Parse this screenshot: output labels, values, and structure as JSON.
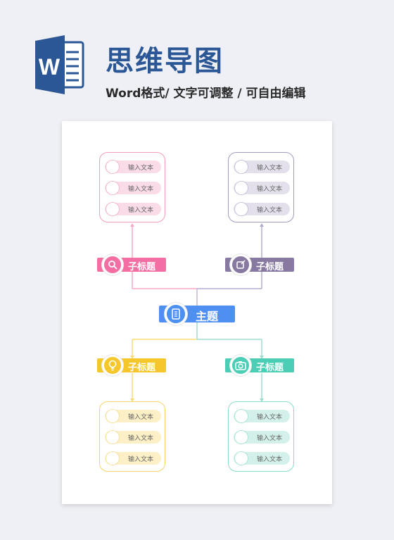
{
  "header": {
    "logo_letter": "W",
    "title": "思维导图",
    "subtitle": "Word格式/ 文字可调整 / 可自由编辑"
  },
  "colors": {
    "pink": "#f36fa3",
    "purple": "#8779a0",
    "yellow": "#f6c72b",
    "teal": "#4ccdb6",
    "blue": "#4e8ff2",
    "word_blue": "#2b5797"
  },
  "mindmap": {
    "center": {
      "label": "主题",
      "icon": "document-icon"
    },
    "branches": [
      {
        "label": "子标题",
        "icon": "search-icon",
        "items": [
          "输入文本",
          "输入文本",
          "输入文本"
        ]
      },
      {
        "label": "子标题",
        "icon": "edit-icon",
        "items": [
          "输入文本",
          "输入文本",
          "输入文本"
        ]
      },
      {
        "label": "子标题",
        "icon": "lightbulb-icon",
        "items": [
          "输入文本",
          "输入文本",
          "输入文本"
        ]
      },
      {
        "label": "子标题",
        "icon": "camera-icon",
        "items": [
          "输入文本",
          "输入文本",
          "输入文本"
        ]
      }
    ]
  }
}
